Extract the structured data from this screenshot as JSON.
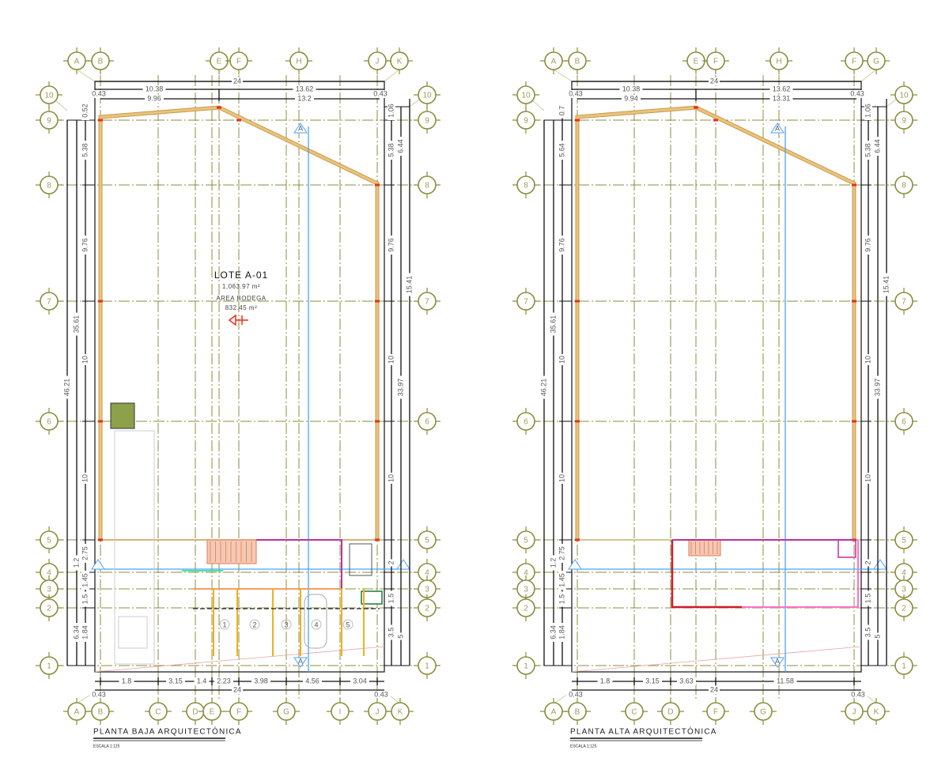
{
  "colors": {
    "grid": "#8c8c3c",
    "wall": "#e9c47e",
    "dimension": "#111111",
    "section_line": "#4aa3ff",
    "accent_red": "#e8301c",
    "magenta": "#c0309a"
  },
  "plans": [
    {
      "title": "PLANTA BAJA ARQUITECTÓNICA",
      "scale": "ESCALA 1:125",
      "lot": {
        "name": "LOTE A-01",
        "lot_area": "1,063.97 m²",
        "warehouse_label": "AREA BODEGA",
        "warehouse_area": "832.45 m²"
      },
      "section_marker": "A",
      "grid_top": [
        "A",
        "B",
        "E",
        "F",
        "H",
        "J",
        "K"
      ],
      "grid_bottom": [
        "A",
        "B",
        "C",
        "D",
        "E",
        "F",
        "G",
        "I",
        "J",
        "K"
      ],
      "grid_rows": [
        "10",
        "9",
        "8",
        "7",
        "6",
        "5",
        "4",
        "3",
        "2",
        "1"
      ],
      "dims_top": [
        "24",
        "10.38",
        "13.62",
        "0.43",
        "9.96",
        "13.2",
        "0.43"
      ],
      "dims_bottom": [
        "1.8",
        "3.15",
        "1.4",
        "2.23",
        "3.98",
        "4.56",
        "3.04",
        "24",
        "0.43",
        "0.43"
      ],
      "dims_left": [
        "46.21",
        "35.61",
        "6.34",
        "0.52",
        "5.38",
        "9.76",
        "10",
        "10",
        "2.75",
        "1.45",
        "1.5",
        "1.84",
        "1.2"
      ],
      "dims_right": [
        "1.06",
        "5.38",
        "9.76",
        "10",
        "10",
        "2",
        "1.5",
        "3.5",
        "6.44",
        "33.97",
        "5",
        "15.41"
      ],
      "parking_numbers": [
        "1",
        "2",
        "3",
        "4",
        "5"
      ]
    },
    {
      "title": "PLANTA ALTA ARQUITECTÓNICA",
      "scale": "ESCALA 1:125",
      "section_marker": "A",
      "grid_top": [
        "A",
        "B",
        "E",
        "F",
        "H",
        "F",
        "G"
      ],
      "grid_bottom": [
        "A",
        "B",
        "C",
        "D",
        "F",
        "G",
        "J",
        "K"
      ],
      "grid_rows": [
        "10",
        "9",
        "8",
        "7",
        "6",
        "5",
        "4",
        "3",
        "2",
        "1"
      ],
      "dims_top": [
        "24",
        "10.38",
        "13.62",
        "0.43",
        "9.94",
        "13.31",
        "0.43"
      ],
      "dims_bottom": [
        "1.8",
        "3.15",
        "3.63",
        "11.58",
        "24",
        "0.43",
        "0.43"
      ],
      "dims_left": [
        "46.21",
        "35.61",
        "6.34",
        "0.7",
        "5.64",
        "9.76",
        "10",
        "10",
        "2.75",
        "1.45",
        "1.5",
        "1.84",
        "1.2"
      ],
      "dims_right": [
        "1.06",
        "5.38",
        "9.76",
        "10",
        "10",
        "2",
        "1.5",
        "3.5",
        "6.44",
        "33.97",
        "5",
        "15.41"
      ]
    }
  ]
}
